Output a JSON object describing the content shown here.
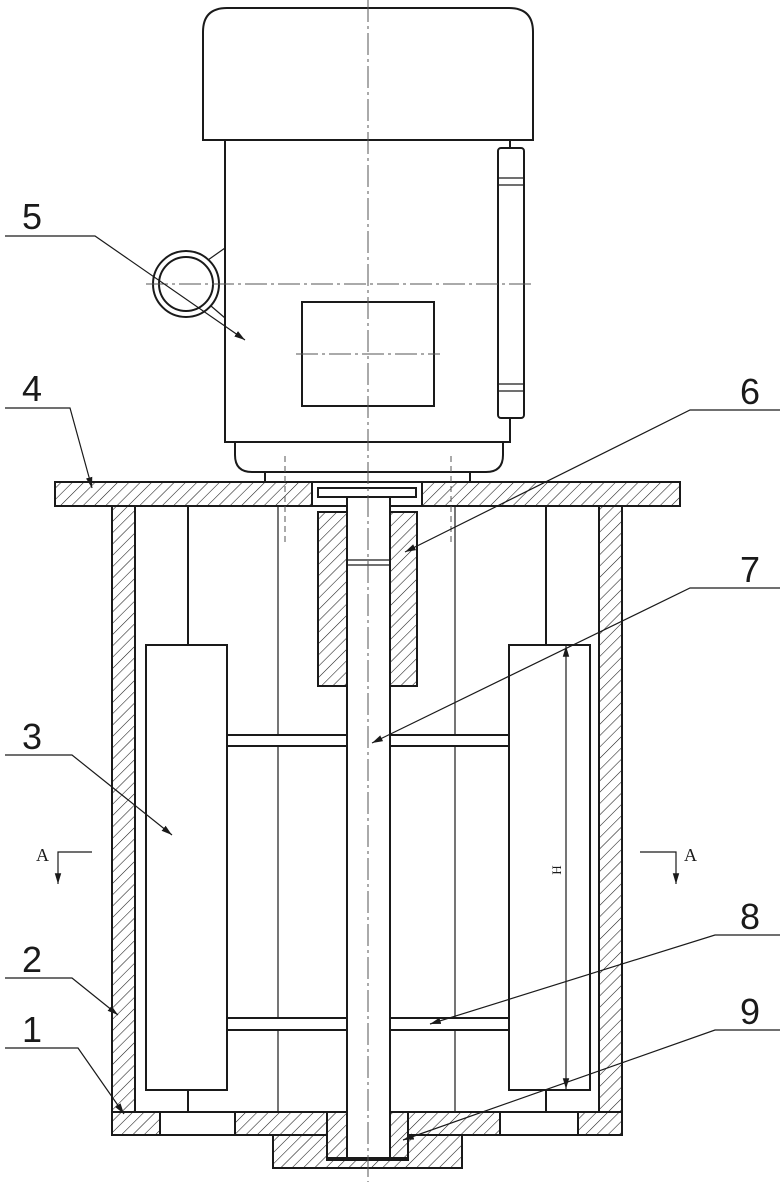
{
  "callouts": {
    "c1": "1",
    "c2": "2",
    "c3": "3",
    "c4": "4",
    "c5": "5",
    "c6": "6",
    "c7": "7",
    "c8": "8",
    "c9": "9"
  },
  "section_marks": {
    "left": "A",
    "right": "A"
  },
  "dimension": {
    "label": "H"
  }
}
